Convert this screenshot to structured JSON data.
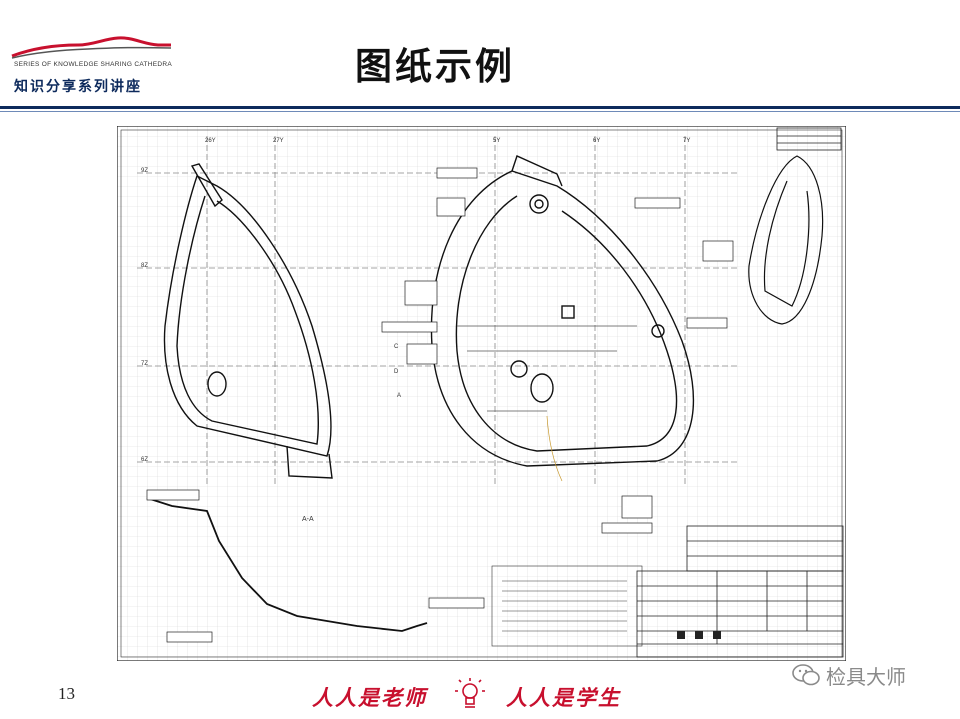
{
  "header": {
    "logo_caption": "SERIES OF KNOWLEDGE SHARING CATHEDRA",
    "logo_name": "知识分享系列讲座",
    "title": "图纸示例",
    "colors": {
      "navy": "#0d2a5c",
      "accent_red": "#c8102e"
    }
  },
  "drawing": {
    "description_icon": "engineering-drawing",
    "section_label": "A-A",
    "grid_labels_top": [
      "26Y",
      "27Y",
      "5Y",
      "6Y",
      "7Y"
    ],
    "grid_labels_left": [
      "9Z",
      "8Z",
      "7Z",
      "6Z"
    ],
    "datum_labels": [
      "C",
      "D",
      "A"
    ]
  },
  "footer": {
    "page_number": "13",
    "slogan_left": "人人是老师",
    "slogan_right": "人人是学生",
    "watermark": "检具大师"
  }
}
